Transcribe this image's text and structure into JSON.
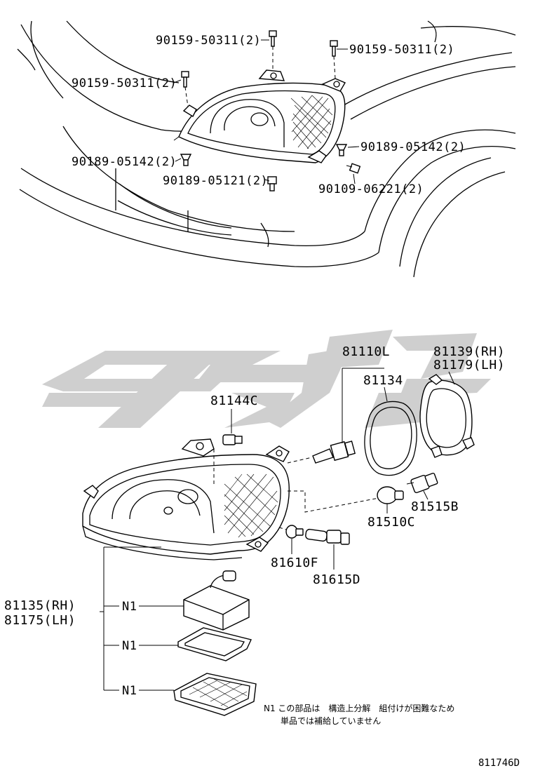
{
  "top_labels": {
    "l1": "90159-50311(2)",
    "l2": "90159-50311(2)",
    "l3": "90159-50311(2)",
    "l4": "90189-05142(2)",
    "l5": "90189-05142(2)",
    "l6": "90189-05121(2)",
    "l7": "90109-06221(2)"
  },
  "bottom_labels": {
    "b_81110L": "81110L",
    "b_81139": "81139(RH)",
    "b_81179": "81179(LH)",
    "b_81134": "81134",
    "b_81144C": "81144C",
    "b_81515B": "81515B",
    "b_81510C": "81510C",
    "b_81610F": "81610F",
    "b_81615D": "81615D",
    "b_81135": "81135(RH)",
    "b_81175": "81175(LH)",
    "n1_a": "N1",
    "n1_b": "N1",
    "n1_c": "N1"
  },
  "note": {
    "line1": "N1 この部品は　構造上分解　組付けが困難なため",
    "line2": "単品では補給していません"
  },
  "diagram_code": "811746D",
  "colors": {
    "ink": "#000000",
    "watermark": "#cfcfcf",
    "background": "#ffffff"
  }
}
